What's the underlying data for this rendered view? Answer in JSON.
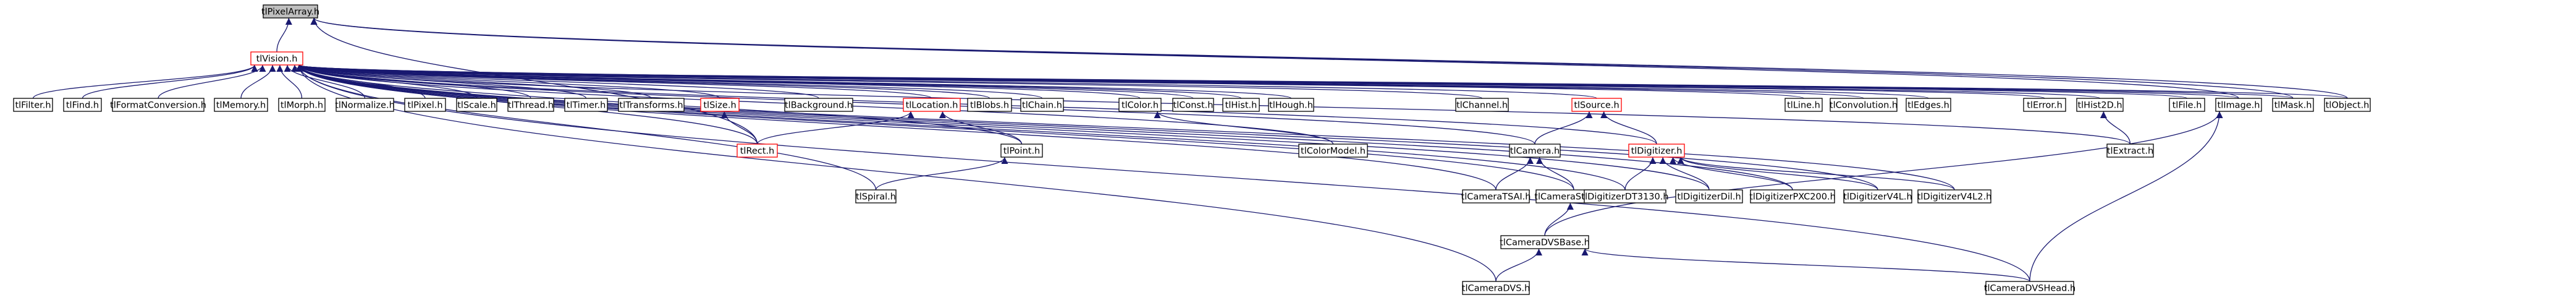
{
  "nodes": [
    {
      "id": "tlPixelArray",
      "label": "tlPixelArray.h",
      "root": true
    },
    {
      "id": "tlVision",
      "label": "tlVision.h",
      "red": true
    },
    {
      "id": "tlFilter",
      "label": "tlFilter.h"
    },
    {
      "id": "tlFind",
      "label": "tlFind.h"
    },
    {
      "id": "tlFormatConversion",
      "label": "tlFormatConversion.h"
    },
    {
      "id": "tlMemory",
      "label": "tlMemory.h"
    },
    {
      "id": "tlMorph",
      "label": "tlMorph.h"
    },
    {
      "id": "tlNormalize",
      "label": "tlNormalize.h"
    },
    {
      "id": "tlPixel",
      "label": "tlPixel.h"
    },
    {
      "id": "tlScale",
      "label": "tlScale.h"
    },
    {
      "id": "tlThread",
      "label": "tlThread.h"
    },
    {
      "id": "tlTimer",
      "label": "tlTimer.h"
    },
    {
      "id": "tlTransforms",
      "label": "tlTransforms.h"
    },
    {
      "id": "tlSize",
      "label": "tlSize.h",
      "red": true
    },
    {
      "id": "tlBackground",
      "label": "tlBackground.h"
    },
    {
      "id": "tlLocation",
      "label": "tlLocation.h",
      "red": true
    },
    {
      "id": "tlBlobs",
      "label": "tlBlobs.h"
    },
    {
      "id": "tlChain",
      "label": "tlChain.h"
    },
    {
      "id": "tlColor",
      "label": "tlColor.h"
    },
    {
      "id": "tlConst",
      "label": "tlConst.h"
    },
    {
      "id": "tlHist",
      "label": "tlHist.h"
    },
    {
      "id": "tlHough",
      "label": "tlHough.h"
    },
    {
      "id": "tlChannel",
      "label": "tlChannel.h"
    },
    {
      "id": "tlSource",
      "label": "tlSource.h",
      "red": true
    },
    {
      "id": "tlLine",
      "label": "tlLine.h"
    },
    {
      "id": "tlConvolution",
      "label": "tlConvolution.h"
    },
    {
      "id": "tlEdges",
      "label": "tlEdges.h"
    },
    {
      "id": "tlError",
      "label": "tlError.h"
    },
    {
      "id": "tlHist2D",
      "label": "tlHist2D.h"
    },
    {
      "id": "tlFile",
      "label": "tlFile.h"
    },
    {
      "id": "tlImage",
      "label": "tlImage.h"
    },
    {
      "id": "tlMask",
      "label": "tlMask.h"
    },
    {
      "id": "tlObject",
      "label": "tlObject.h"
    },
    {
      "id": "tlRect",
      "label": "tlRect.h",
      "red": true
    },
    {
      "id": "tlPoint",
      "label": "tlPoint.h"
    },
    {
      "id": "tlColorModel",
      "label": "tlColorModel.h"
    },
    {
      "id": "tlCamera",
      "label": "tlCamera.h"
    },
    {
      "id": "tlDigitizer",
      "label": "tlDigitizer.h",
      "red": true
    },
    {
      "id": "tlExtract",
      "label": "tlExtract.h"
    },
    {
      "id": "tlSpiral",
      "label": "tlSpiral.h"
    },
    {
      "id": "tlCameraTSAI",
      "label": "tlCameraTSAI.h"
    },
    {
      "id": "tlCameraStereo",
      "label": "tlCameraStereo.h"
    },
    {
      "id": "tlDigitizerDT3130",
      "label": "tlDigitizerDT3130.h"
    },
    {
      "id": "tlDigitizerDil",
      "label": "tlDigitizerDil.h"
    },
    {
      "id": "tlDigitizerPXC200",
      "label": "tlDigitizerPXC200.h"
    },
    {
      "id": "tlDigitizerV4L",
      "label": "tlDigitizerV4L.h"
    },
    {
      "id": "tlDigitizerV4L2",
      "label": "tlDigitizerV4L2.h"
    },
    {
      "id": "tlCameraDVSBase",
      "label": "tlCameraDVSBase.h"
    },
    {
      "id": "tlCameraDVS",
      "label": "tlCameraDVS.h"
    },
    {
      "id": "tlCameraDVSHead",
      "label": "tlCameraDVSHead.h"
    }
  ],
  "edges": [
    [
      "tlVision",
      "tlPixelArray"
    ],
    [
      "tlImage",
      "tlPixelArray"
    ],
    [
      "tlMask",
      "tlPixelArray"
    ],
    [
      "tlObject",
      "tlPixelArray"
    ],
    [
      "tlRect",
      "tlPixelArray"
    ],
    [
      "tlFilter",
      "tlVision"
    ],
    [
      "tlFind",
      "tlVision"
    ],
    [
      "tlFormatConversion",
      "tlVision"
    ],
    [
      "tlMemory",
      "tlVision"
    ],
    [
      "tlMorph",
      "tlVision"
    ],
    [
      "tlNormalize",
      "tlVision"
    ],
    [
      "tlPixel",
      "tlVision"
    ],
    [
      "tlScale",
      "tlVision"
    ],
    [
      "tlThread",
      "tlVision"
    ],
    [
      "tlTimer",
      "tlVision"
    ],
    [
      "tlTransforms",
      "tlVision"
    ],
    [
      "tlSize",
      "tlVision"
    ],
    [
      "tlBackground",
      "tlVision"
    ],
    [
      "tlLocation",
      "tlVision"
    ],
    [
      "tlBlobs",
      "tlVision"
    ],
    [
      "tlChain",
      "tlVision"
    ],
    [
      "tlColor",
      "tlVision"
    ],
    [
      "tlConst",
      "tlVision"
    ],
    [
      "tlHist",
      "tlVision"
    ],
    [
      "tlHough",
      "tlVision"
    ],
    [
      "tlChannel",
      "tlVision"
    ],
    [
      "tlSource",
      "tlVision"
    ],
    [
      "tlLine",
      "tlVision"
    ],
    [
      "tlConvolution",
      "tlVision"
    ],
    [
      "tlEdges",
      "tlVision"
    ],
    [
      "tlError",
      "tlVision"
    ],
    [
      "tlHist2D",
      "tlVision"
    ],
    [
      "tlFile",
      "tlVision"
    ],
    [
      "tlImage",
      "tlVision"
    ],
    [
      "tlMask",
      "tlVision"
    ],
    [
      "tlObject",
      "tlVision"
    ],
    [
      "tlRect",
      "tlVision"
    ],
    [
      "tlPoint",
      "tlVision"
    ],
    [
      "tlColorModel",
      "tlVision"
    ],
    [
      "tlCamera",
      "tlVision"
    ],
    [
      "tlDigitizer",
      "tlVision"
    ],
    [
      "tlExtract",
      "tlVision"
    ],
    [
      "tlSpiral",
      "tlVision"
    ],
    [
      "tlCameraTSAI",
      "tlVision"
    ],
    [
      "tlCameraStereo",
      "tlVision"
    ],
    [
      "tlDigitizerDT3130",
      "tlVision"
    ],
    [
      "tlDigitizerDil",
      "tlVision"
    ],
    [
      "tlDigitizerPXC200",
      "tlVision"
    ],
    [
      "tlDigitizerV4L",
      "tlVision"
    ],
    [
      "tlDigitizerV4L2",
      "tlVision"
    ],
    [
      "tlCameraDVS",
      "tlVision"
    ],
    [
      "tlCameraDVSHead",
      "tlVision"
    ],
    [
      "tlRect",
      "tlSize"
    ],
    [
      "tlRect",
      "tlLocation"
    ],
    [
      "tlPoint",
      "tlLocation"
    ],
    [
      "tlSpiral",
      "tlPoint"
    ],
    [
      "tlColorModel",
      "tlColor"
    ],
    [
      "tlCamera",
      "tlSource"
    ],
    [
      "tlDigitizer",
      "tlSource"
    ],
    [
      "tlCameraTSAI",
      "tlCamera"
    ],
    [
      "tlCameraStereo",
      "tlCamera"
    ],
    [
      "tlDigitizerDT3130",
      "tlDigitizer"
    ],
    [
      "tlDigitizerDil",
      "tlDigitizer"
    ],
    [
      "tlDigitizerPXC200",
      "tlDigitizer"
    ],
    [
      "tlDigitizerV4L",
      "tlDigitizer"
    ],
    [
      "tlDigitizerV4L2",
      "tlDigitizer"
    ],
    [
      "tlExtract",
      "tlHist2D"
    ],
    [
      "tlCameraDVSBase",
      "tlImage"
    ],
    [
      "tlCameraDVSBase",
      "tlCameraStereo"
    ],
    [
      "tlCameraDVS",
      "tlCameraDVSBase"
    ],
    [
      "tlCameraDVSHead",
      "tlCameraDVSBase"
    ],
    [
      "tlCameraDVSHead",
      "tlImage"
    ]
  ]
}
